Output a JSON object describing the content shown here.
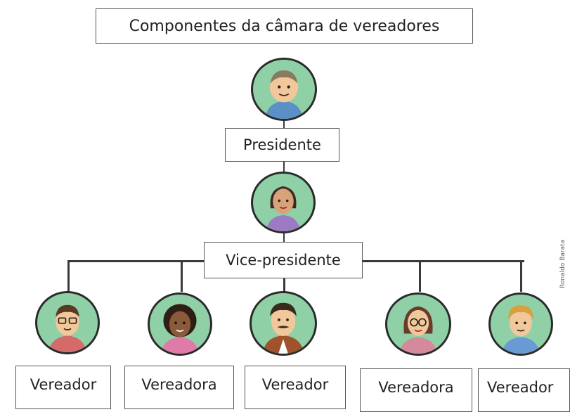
{
  "diagram": {
    "title": "Componentes da câmara de vereadores",
    "president": {
      "label": "Presidente",
      "avatar_icon": "man-president-avatar-icon"
    },
    "vice_president": {
      "label": "Vice-presidente",
      "avatar_icon": "woman-vice-president-avatar-icon"
    },
    "councillors": [
      {
        "label": "Vereador",
        "avatar_icon": "man-glasses-avatar-icon"
      },
      {
        "label": "Vereadora",
        "avatar_icon": "woman-curly-hair-avatar-icon"
      },
      {
        "label": "Vereador",
        "avatar_icon": "man-mustache-avatar-icon"
      },
      {
        "label": "Vereadora",
        "avatar_icon": "woman-glasses-avatar-icon"
      },
      {
        "label": "Vereador",
        "avatar_icon": "man-blond-avatar-icon"
      }
    ],
    "credit": "Ronaldo Barata"
  },
  "colors": {
    "avatar_bg": "#8fd0a6",
    "line": "#3a3a3a",
    "border": "#555555"
  }
}
